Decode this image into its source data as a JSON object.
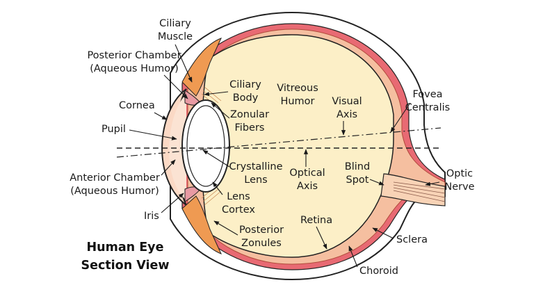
{
  "title": {
    "line1": "Human Eye",
    "line2": "Section View"
  },
  "labels": {
    "ciliary_muscle": [
      "Ciliary",
      "Muscle"
    ],
    "posterior_chamber": [
      "Posterior Chamber",
      "(Aqueous Humor)"
    ],
    "cornea": "Cornea",
    "pupil": "Pupil",
    "anterior_chamber": [
      "Anterior Chamber",
      "(Aqueous Humor)"
    ],
    "iris": "Iris",
    "ciliary_body": [
      "Ciliary",
      "Body"
    ],
    "zonular_fibers": [
      "Zonular",
      "Fibers"
    ],
    "vitreous_humor": [
      "Vitreous",
      "Humor"
    ],
    "visual_axis": [
      "Visual",
      "Axis"
    ],
    "fovea_centralis": [
      "Fovea",
      "Centralis"
    ],
    "crystalline_lens": [
      "Crystalline",
      "Lens"
    ],
    "optical_axis": [
      "Optical",
      "Axis"
    ],
    "blind_spot": [
      "Blind",
      "Spot"
    ],
    "optic_nerve": [
      "Optic",
      "Nerve"
    ],
    "lens_cortex": [
      "Lens",
      "Cortex"
    ],
    "posterior_zonules": [
      "Posterior",
      "Zonules"
    ],
    "retina": "Retina",
    "sclera": "Sclera",
    "choroid": "Choroid"
  },
  "colors": {
    "vitreous": "#fcefc7",
    "retina": "#f5bfa0",
    "choroid": "#e86a73",
    "ciliary": "#ef9a52",
    "cornea_fill": "#fbd9c5",
    "iris": "#e89aa3",
    "outline": "#222222"
  }
}
